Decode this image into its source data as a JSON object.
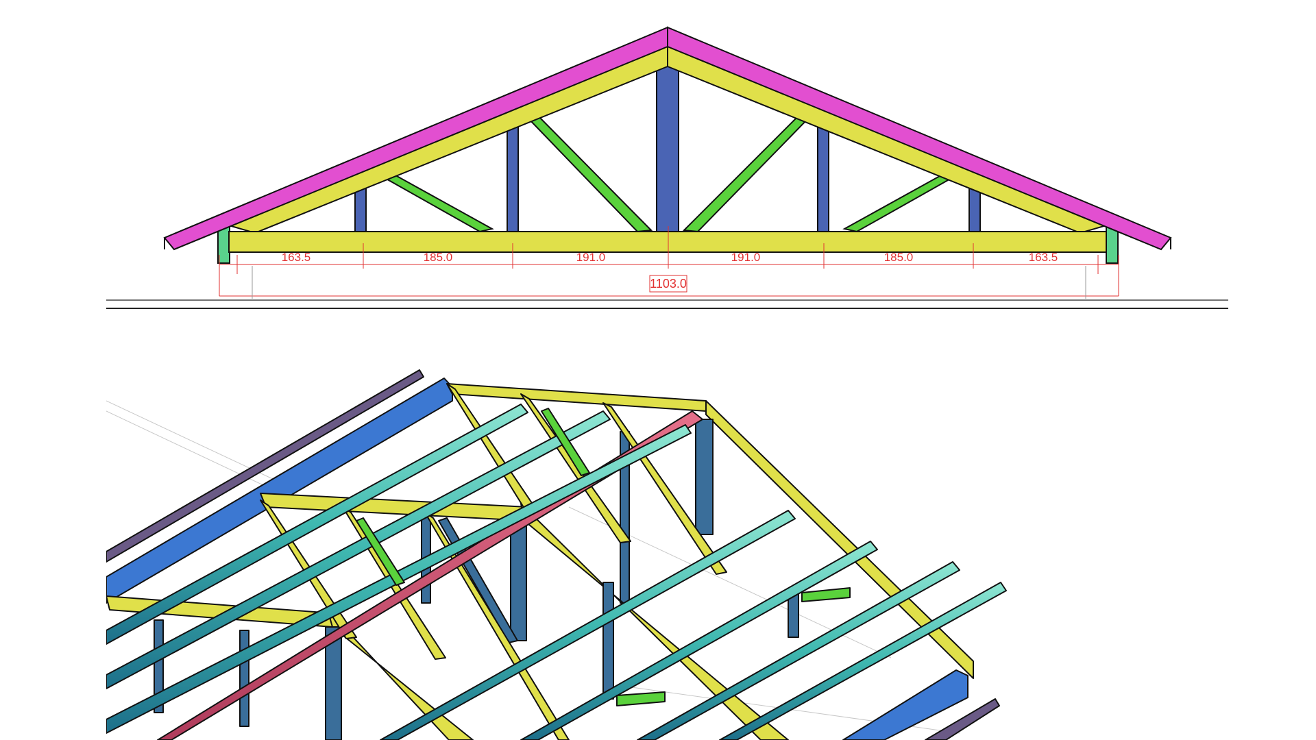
{
  "truss_elevation": {
    "segment_dimensions": [
      "163.5",
      "185.0",
      "191.0",
      "191.0",
      "185.0",
      "163.5"
    ],
    "total_span": "1103.0"
  },
  "colors": {
    "rafter": "#e24fd0",
    "top_chord": "#e0e04a",
    "bottom_chord": "#e0e04a",
    "post": "#4a64b4",
    "diagonal": "#5ad23c",
    "bearing": "#5ad28c",
    "purlin": "#36b8b4",
    "ridge_beam": "#d84a6a",
    "eave_board": "#3c78d2",
    "dimension": "#e23232"
  }
}
